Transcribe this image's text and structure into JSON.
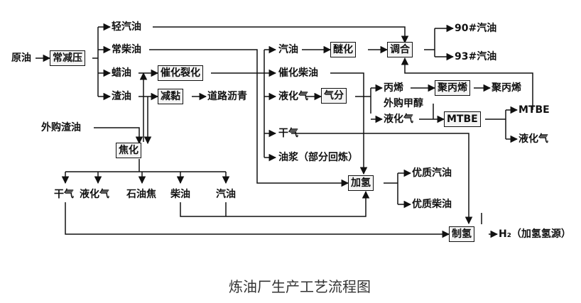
{
  "nodes": {
    "crude_oil": "原油",
    "atmos_vacuum": "常减压",
    "light_gasoline": "轻汽油",
    "atmos_diesel": "常柴油",
    "wax_oil": "蜡油",
    "residue": "渣油",
    "cat_cracking": "催化裂化",
    "visbreaking": "减黏",
    "road_asphalt": "道路沥青",
    "purchased_residue": "外购渣油",
    "coking": "焦化",
    "gasoline": "汽油",
    "etherification": "醚化",
    "blending": "调合",
    "gas90": "90#汽油",
    "gas93": "93#汽油",
    "cat_diesel": "催化柴油",
    "lpg": "液化气",
    "gas_fractionation": "气分",
    "propylene": "丙烯",
    "polypropylene_unit": "聚丙烯",
    "polypropylene": "聚丙烯",
    "purchased_methanol": "外购甲醇",
    "lpg2": "液化气",
    "mtbe_unit": "MTBE",
    "mtbe": "MTBE",
    "lpg_out": "液化气",
    "dry_gas": "干气",
    "slurry": "油浆（部分回炼）",
    "hydrogenation": "加氢",
    "quality_gasoline": "优质汽油",
    "quality_diesel": "优质柴油",
    "hydrogen_making": "制氢",
    "h2_source": "H₂（加氢氢源）",
    "coke_dry_gas": "干气",
    "coke_lpg": "液化气",
    "petroleum_coke": "石油焦",
    "coke_diesel": "柴油",
    "coke_gasoline": "汽油"
  },
  "caption": "炼油厂生产工艺流程图"
}
